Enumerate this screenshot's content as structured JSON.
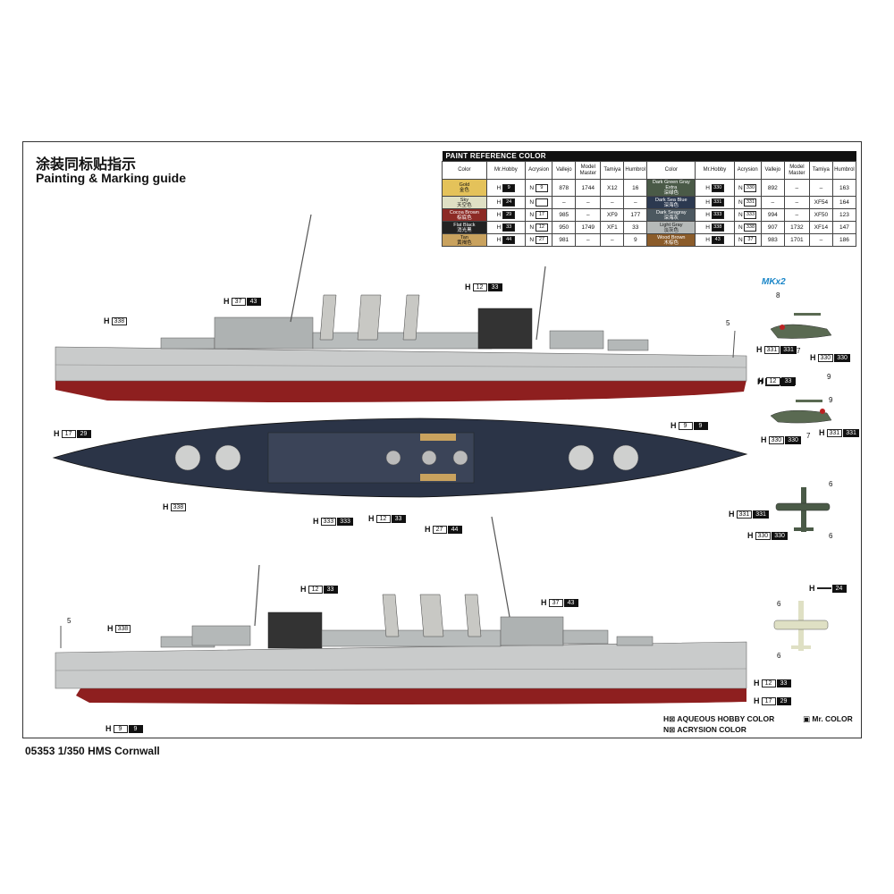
{
  "header": {
    "title_cn": "涂装同标贴指示",
    "title_en": "Painting & Marking guide"
  },
  "footer": {
    "caption": "05353 1/350 HMS Cornwall"
  },
  "paint_table": {
    "title": "PAINT  REFERENCE COLOR",
    "columns": [
      "Color",
      "Mr.Hobby",
      "Acrysion",
      "Vallejo",
      "Model Master",
      "Tamiya",
      "Humbrol"
    ],
    "left_rows": [
      {
        "name": "Gold",
        "cn": "金色",
        "swatch": "#e4c25a",
        "h": "9",
        "n": "9",
        "vallejo": "878",
        "mm": "1744",
        "tamiya": "X12",
        "humbrol": "16"
      },
      {
        "name": "Sky",
        "cn": "天空色",
        "swatch": "#dfe0c4",
        "h": "24",
        "n": "",
        "vallejo": "–",
        "mm": "–",
        "tamiya": "–",
        "humbrol": "–"
      },
      {
        "name": "Cocoa Brown",
        "cn": "棕底色",
        "swatch": "#8c2a25",
        "h": "29",
        "n": "17",
        "vallejo": "985",
        "mm": "–",
        "tamiya": "XF9",
        "humbrol": "177"
      },
      {
        "name": "Flat Black",
        "cn": "消光黑",
        "swatch": "#222222",
        "h": "33",
        "n": "12",
        "vallejo": "950",
        "mm": "1749",
        "tamiya": "XF1",
        "humbrol": "33"
      },
      {
        "name": "Tan",
        "cn": "黄褐色",
        "swatch": "#c9a25e",
        "h": "44",
        "n": "27",
        "vallejo": "981",
        "mm": "–",
        "tamiya": "–",
        "humbrol": "9"
      }
    ],
    "right_rows": [
      {
        "name": "Dark Green Gray Extra",
        "cn": "深绿色",
        "swatch": "#4a5a47",
        "h": "330",
        "n": "330",
        "vallejo": "892",
        "mm": "–",
        "tamiya": "–",
        "humbrol": "163"
      },
      {
        "name": "Dark Sea Blue",
        "cn": "深海色",
        "swatch": "#2c3950",
        "h": "331",
        "n": "331",
        "vallejo": "–",
        "mm": "–",
        "tamiya": "XF54",
        "humbrol": "164"
      },
      {
        "name": "Dark Seagray",
        "cn": "深海灰",
        "swatch": "#4c5860",
        "h": "333",
        "n": "333",
        "vallejo": "994",
        "mm": "–",
        "tamiya": "XF50",
        "humbrol": "123"
      },
      {
        "name": "Light Gray",
        "cn": "淡灰色",
        "swatch": "#b5b9b8",
        "h": "338",
        "n": "338",
        "vallejo": "907",
        "mm": "1732",
        "tamiya": "XF14",
        "humbrol": "147"
      },
      {
        "name": "Wood Brown",
        "cn": "木棕色",
        "swatch": "#8b5c2a",
        "h": "43",
        "n": "37",
        "vallejo": "983",
        "mm": "1701",
        "tamiya": "–",
        "humbrol": "186"
      }
    ]
  },
  "aircraft_label": "MKx2",
  "badges": [
    {
      "id": "b1",
      "h": "H",
      "a": "37",
      "b": "43"
    },
    {
      "id": "b2",
      "h": "H",
      "a": "12",
      "b": "33"
    },
    {
      "id": "b3",
      "h": "H",
      "a": "338",
      "b": ""
    },
    {
      "id": "b4",
      "h": "H",
      "a": "17",
      "b": "29"
    },
    {
      "id": "b5",
      "h": "H",
      "a": "9",
      "b": "9"
    },
    {
      "id": "b6",
      "h": "H",
      "a": "12",
      "b": "33"
    },
    {
      "id": "b7",
      "h": "H",
      "a": "338",
      "b": ""
    },
    {
      "id": "b8",
      "h": "H",
      "a": "333",
      "b": "333"
    },
    {
      "id": "b9",
      "h": "H",
      "a": "12",
      "b": "33"
    },
    {
      "id": "b10",
      "h": "H",
      "a": "27",
      "b": "44"
    },
    {
      "id": "b11",
      "h": "H",
      "a": "12",
      "b": "33"
    },
    {
      "id": "b12",
      "h": "H",
      "a": "37",
      "b": "43"
    },
    {
      "id": "b13",
      "h": "H",
      "a": "338",
      "b": ""
    },
    {
      "id": "b14",
      "h": "H",
      "a": "12",
      "b": "33"
    },
    {
      "id": "b15",
      "h": "H",
      "a": "17",
      "b": "29"
    },
    {
      "id": "b16",
      "h": "H",
      "a": "9",
      "b": "9"
    },
    {
      "id": "b17",
      "h": "H",
      "a": "331",
      "b": "331"
    },
    {
      "id": "b18",
      "h": "H",
      "a": "330",
      "b": "330"
    },
    {
      "id": "b19",
      "h": "H",
      "a": "12",
      "b": "33"
    },
    {
      "id": "b20",
      "h": "H",
      "a": "330",
      "b": "330"
    },
    {
      "id": "b21",
      "h": "H",
      "a": "331",
      "b": "331"
    },
    {
      "id": "b22",
      "h": "H",
      "a": "331",
      "b": "331"
    },
    {
      "id": "b23",
      "h": "H",
      "a": "330",
      "b": "330"
    },
    {
      "id": "b24",
      "h": "H",
      "a": "",
      "b": "24"
    }
  ],
  "numbers": [
    "5",
    "5",
    "8",
    "7",
    "9",
    "7",
    "9",
    "6",
    "6",
    "6",
    "6"
  ],
  "legend": {
    "aqueous": "AQUEOUS HOBBY COLOR",
    "acrysion": "ACRYSION COLOR",
    "mr": "Mr. COLOR"
  }
}
